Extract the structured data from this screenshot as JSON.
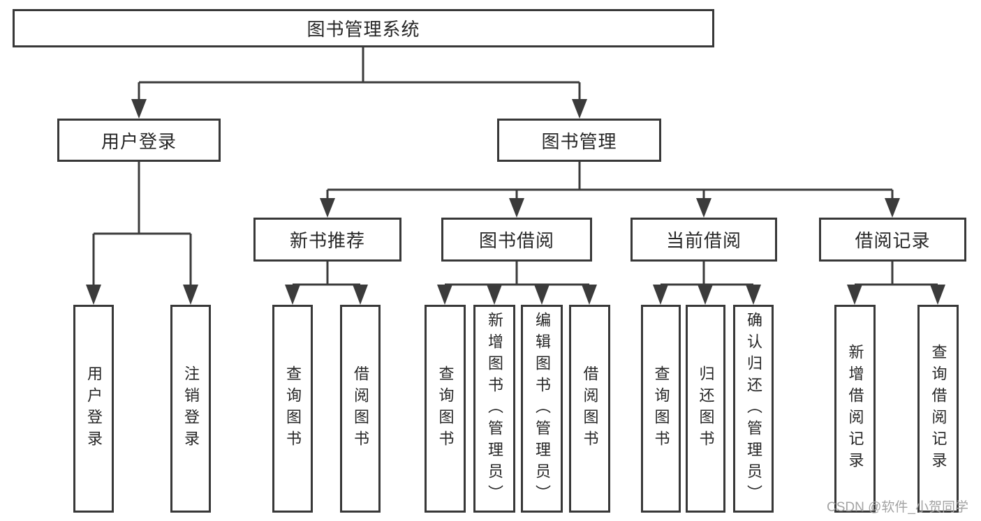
{
  "diagram_type": "hierarchy-tree",
  "colors": {
    "background": "#ffffff",
    "line": "#3b3b3b",
    "box_border": "#383838",
    "text": "#262626",
    "watermark": "#a3a3a3"
  },
  "nodes": {
    "root": {
      "label": "图书管理系统"
    },
    "user_login_group": {
      "label": "用户登录"
    },
    "book_mgmt": {
      "label": "图书管理"
    },
    "new_book_rec": {
      "label": "新书推荐"
    },
    "book_borrow": {
      "label": "图书借阅"
    },
    "current_borrow": {
      "label": "当前借阅"
    },
    "borrow_records": {
      "label": "借阅记录"
    },
    "user_login": {
      "label": "用户登录"
    },
    "logout": {
      "label": "注销登录"
    },
    "rec_query_books": {
      "label": "查询图书"
    },
    "rec_borrow_books": {
      "label": "借阅图书"
    },
    "bb_query_books": {
      "label": "查询图书"
    },
    "bb_add_books": {
      "label": "新增图书（管理员）"
    },
    "bb_edit_books": {
      "label": "编辑图书（管理员）"
    },
    "bb_borrow_books": {
      "label": "借阅图书"
    },
    "cb_query_books": {
      "label": "查询图书"
    },
    "cb_return_books": {
      "label": "归还图书"
    },
    "cb_confirm_return": {
      "label": "确认归还（管理员）"
    },
    "br_add_record": {
      "label": "新增借阅记录"
    },
    "br_query_record": {
      "label": "查询借阅记录"
    }
  },
  "hierarchy": {
    "root": [
      "user_login_group",
      "book_mgmt"
    ],
    "user_login_group": [
      "user_login",
      "logout"
    ],
    "book_mgmt": [
      "new_book_rec",
      "book_borrow",
      "current_borrow",
      "borrow_records"
    ],
    "new_book_rec": [
      "rec_query_books",
      "rec_borrow_books"
    ],
    "book_borrow": [
      "bb_query_books",
      "bb_add_books",
      "bb_edit_books",
      "bb_borrow_books"
    ],
    "current_borrow": [
      "cb_query_books",
      "cb_return_books",
      "cb_confirm_return"
    ],
    "borrow_records": [
      "br_add_record",
      "br_query_record"
    ]
  },
  "watermark": {
    "text": "CSDN @软件_小贺同学"
  }
}
